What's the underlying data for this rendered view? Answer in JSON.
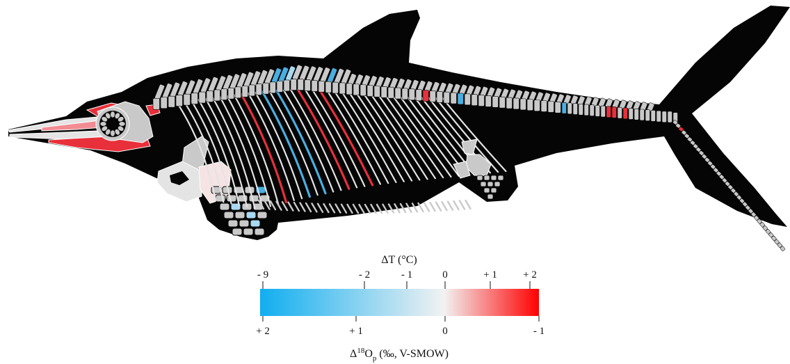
{
  "colors": {
    "body": "#050505",
    "bone": "#c9c9c9",
    "bone_light": "#e4e4e4",
    "bone_outline": "#ffffff",
    "warm": "#e8303a",
    "warm_light": "#f28c93",
    "cool": "#4aaee0",
    "cool_light": "#a9d9f1",
    "pale_pink": "#f6e3e4",
    "scale_cold": "#10aef0",
    "scale_mid": "#f2f2f2",
    "scale_hot": "#ff0000"
  },
  "legend": {
    "top_title": "ΔT (°C)",
    "top_ticks": [
      "- 9",
      "- 2",
      "- 1",
      "0",
      "+ 1",
      "+ 2"
    ],
    "bottom_ticks": [
      "+ 2",
      "+ 1",
      "0",
      "- 1"
    ],
    "bottom_title": {
      "delta": "Δ",
      "superscript": "18",
      "main": "O",
      "subscript": "p",
      "units": " (‰, V-SMOW)"
    }
  }
}
